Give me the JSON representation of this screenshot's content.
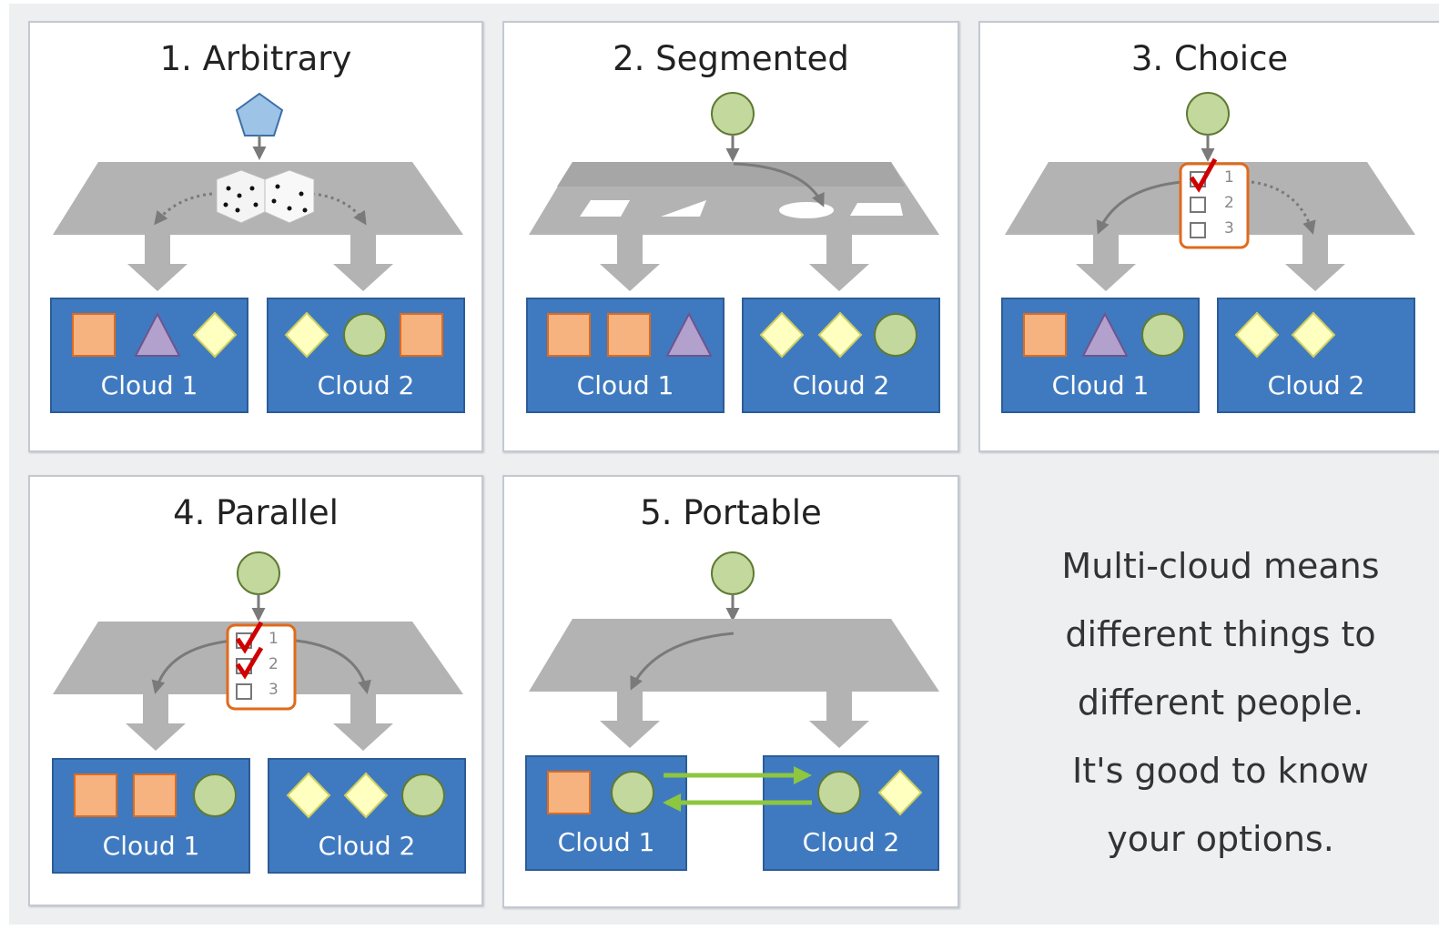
{
  "panels": [
    {
      "title": "1. Arbitrary",
      "cloud1": "Cloud 1",
      "cloud2": "Cloud 2"
    },
    {
      "title": "2. Segmented",
      "cloud1": "Cloud 1",
      "cloud2": "Cloud 2"
    },
    {
      "title": "3. Choice",
      "cloud1": "Cloud 1",
      "cloud2": "Cloud 2",
      "checklist": [
        "1",
        "2",
        "3"
      ]
    },
    {
      "title": "4. Parallel",
      "cloud1": "Cloud 1",
      "cloud2": "Cloud 2",
      "checklist": [
        "1",
        "2",
        "3"
      ]
    },
    {
      "title": "5. Portable",
      "cloud1": "Cloud 1",
      "cloud2": "Cloud 2"
    }
  ],
  "caption": {
    "lines": [
      "Multi-cloud means",
      "different things to",
      "different people.",
      "It's good to know",
      "your options."
    ]
  },
  "colors": {
    "cloud": "#3f7ac0",
    "platform": "#b3b3b3",
    "square": "#f6b37f",
    "triangle": "#b2a1cc",
    "diamond": "#ffffc0",
    "circle": "#c3d89d",
    "pentagon": "#9dc3e6",
    "checkmark": "#d00000",
    "arrow_green": "#8dc63f"
  }
}
